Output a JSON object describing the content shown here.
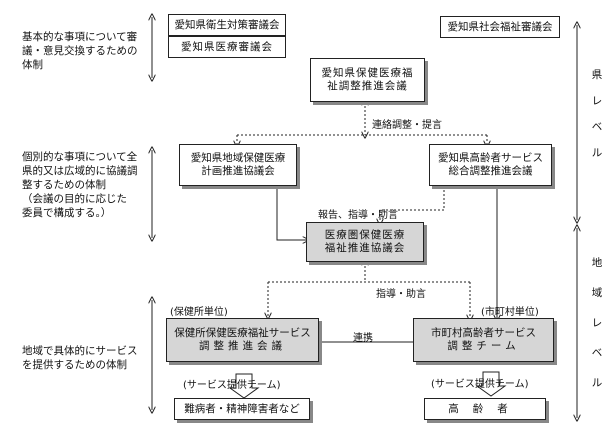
{
  "left_descriptions": {
    "basic": [
      "基本的な事項について審",
      "議・意見交換するための",
      "体制"
    ],
    "individual": [
      "個別的な事項について全",
      "県的又は広域的に協議調",
      "整するための体制",
      "（会議の目的に応じた",
      "委員で構成する。）"
    ],
    "regional": [
      "地域で具体的にサービス",
      "を提供するための体制"
    ]
  },
  "boxes": {
    "eisei": "愛知県衛生対策審議会",
    "iryo": "愛知県医療審議会",
    "shakai": "愛知県社会福祉審議会",
    "hoken_line1": "愛知県保健医療福",
    "hoken_line2": "祉調整推進会議",
    "chiiki_line1": "愛知県地域保健医療",
    "chiiki_line2": "計画推進協議会",
    "koreisha_line1": "愛知県高齢者サービス",
    "koreisha_line2": "総合調整推進会議",
    "iryoken_line1": "医療圏保健医療",
    "iryoken_line2": "福祉推進協議会",
    "hokenjo_line1": "保健所保健医療福祉サービス",
    "hokenjo_line2": "調整推進会議",
    "shichoson_line1": "市町村高齢者サービス",
    "shichoson_line2": "調整チーム",
    "nanbyo": "難病者・精神障害者など",
    "koreisha": "高齢者"
  },
  "labels": {
    "renraku": "連絡調整・提言",
    "hokoku": "報告、指導・助言",
    "shido": "指導・助言",
    "renkei": "連携",
    "hokenjo_unit": "(保健所単位)",
    "shichoson_unit": "(市町村単位)",
    "service_team_left": "(サービス提供チーム)",
    "service_team_right": "(サービス提供チーム)"
  },
  "levels": {
    "prefecture": "県レベル",
    "region": "地域レベル"
  }
}
